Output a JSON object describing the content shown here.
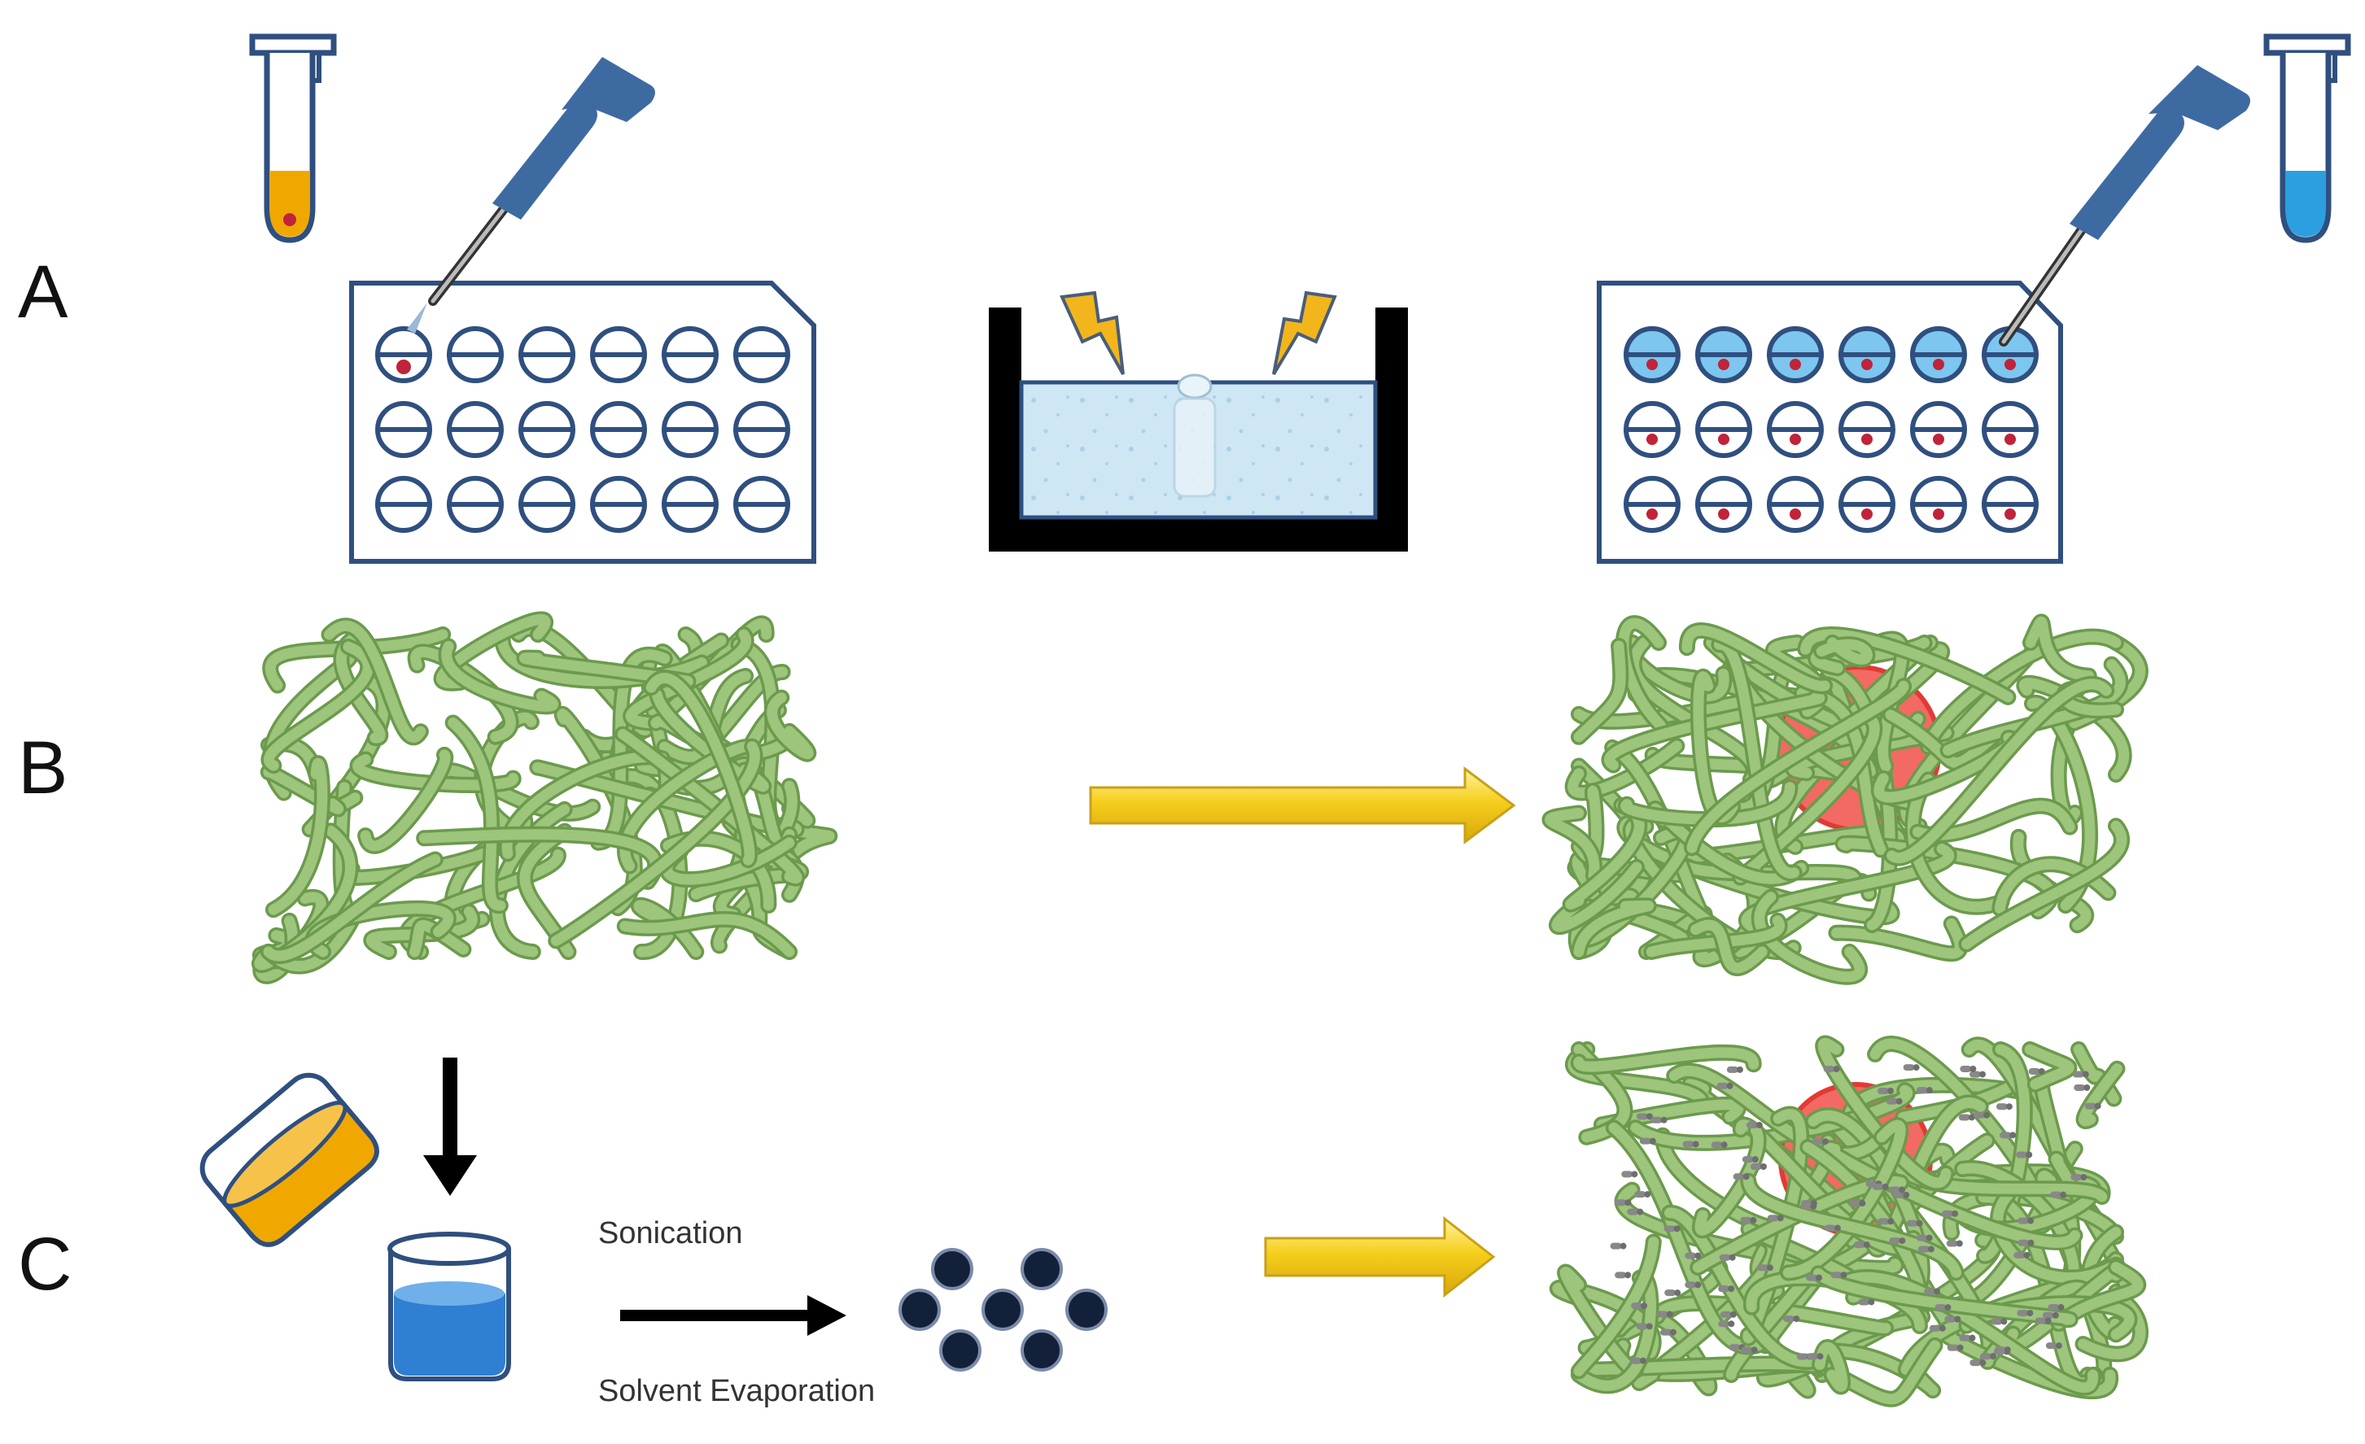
{
  "panels": {
    "a": {
      "label": "A"
    },
    "b": {
      "label": "B"
    },
    "c": {
      "label": "C",
      "step_top": "Sonication",
      "step_bottom": "Solvent Evaporation"
    }
  },
  "colors": {
    "plate_stroke": "#2f4f7f",
    "pipette_blue": "#3e6aa2",
    "drop_red": "#c0233a",
    "tube_orange": "#f0a800",
    "tube_blue": "#2c9fe0",
    "well_blue": "#7cc6ef",
    "lightning": "#f2b61c",
    "bath_water": "#cfe7f4",
    "fiber_green": "#9dc57c",
    "fiber_outline": "#6c9a4d",
    "cell_red": "#f26a63",
    "yellow_arrow": "#f5cf1c",
    "particle_dark": "#13203a",
    "beaker_blue": "#2f7fd2",
    "attached_grey": "#888888"
  },
  "icons": {
    "tube_left": "microcentrifuge-tube-icon",
    "tube_right": "microcentrifuge-tube-icon",
    "pipette": "pipette-icon",
    "bath": "ultrasonic-bath-icon",
    "cell": "cell-icon",
    "jar": "tilted-jar-icon",
    "beaker": "beaker-icon",
    "nanoparticle": "nanoparticle-icon"
  }
}
